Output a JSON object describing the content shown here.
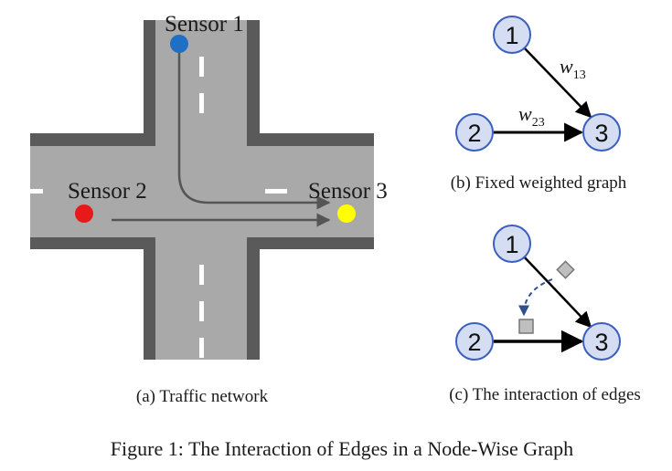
{
  "traffic_network": {
    "sensors": [
      {
        "label": "Sensor 1",
        "color": "#1f6fc4"
      },
      {
        "label": "Sensor 2",
        "color": "#e81919"
      },
      {
        "label": "Sensor 3",
        "color": "#ffff00"
      }
    ],
    "caption": "(a) Traffic network"
  },
  "fixed_graph": {
    "nodes": [
      "1",
      "2",
      "3"
    ],
    "edges": [
      {
        "from": "1",
        "to": "3",
        "weight": "w",
        "weight_sub": "13"
      },
      {
        "from": "2",
        "to": "3",
        "weight": "w",
        "weight_sub": "23"
      }
    ],
    "caption": "(b) Fixed weighted graph"
  },
  "edge_interaction": {
    "nodes": [
      "1",
      "2",
      "3"
    ],
    "caption": "(c) The interaction of edges"
  },
  "figure_caption": "Figure 1: The Interaction of Edges in a Node-Wise Graph",
  "colors": {
    "road_edge": "#5a5a5a",
    "road_surface": "#a9a9a9",
    "node_fill": "#d5ddf2",
    "node_stroke": "#3b5fc0",
    "interaction_arrow": "#2f4f8f"
  }
}
